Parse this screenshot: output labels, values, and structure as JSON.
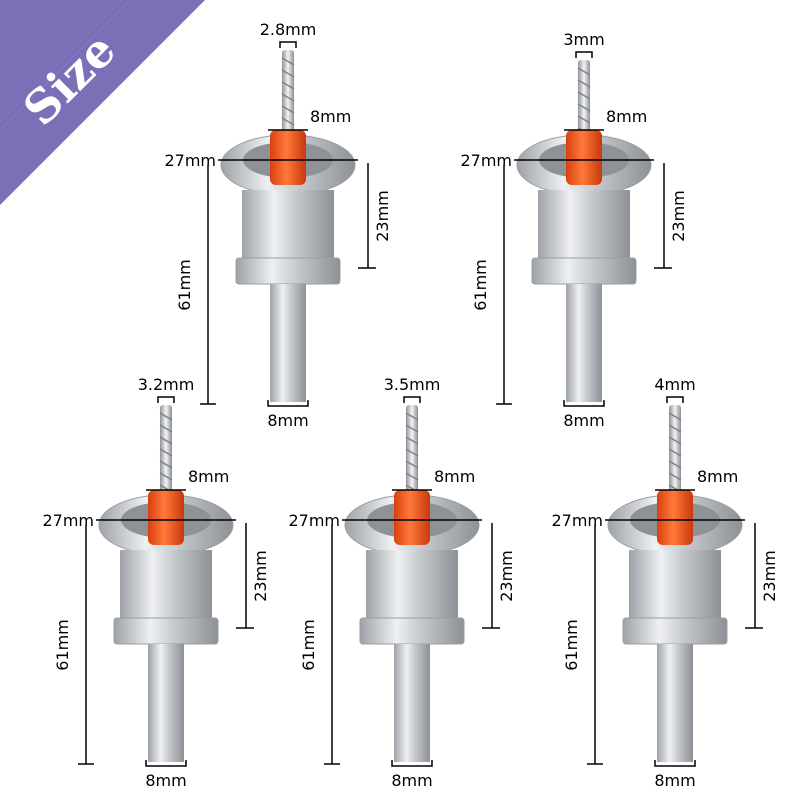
{
  "badge": {
    "text": "Size",
    "color": "#7b6fb8"
  },
  "colors": {
    "collar": "#ff5a1f",
    "metal": "#c9ccd0",
    "bit": "#d4d6d8"
  },
  "bits": [
    {
      "drill": "2.8mm",
      "collar": "8mm",
      "outer": "27mm",
      "body": "23mm",
      "length": "61mm",
      "shank": "8mm"
    },
    {
      "drill": "3mm",
      "collar": "8mm",
      "outer": "27mm",
      "body": "23mm",
      "length": "61mm",
      "shank": "8mm"
    },
    {
      "drill": "3.2mm",
      "collar": "8mm",
      "outer": "27mm",
      "body": "23mm",
      "length": "61mm",
      "shank": "8mm"
    },
    {
      "drill": "3.5mm",
      "collar": "8mm",
      "outer": "27mm",
      "body": "23mm",
      "length": "61mm",
      "shank": "8mm"
    },
    {
      "drill": "4mm",
      "collar": "8mm",
      "outer": "27mm",
      "body": "23mm",
      "length": "61mm",
      "shank": "8mm"
    }
  ]
}
